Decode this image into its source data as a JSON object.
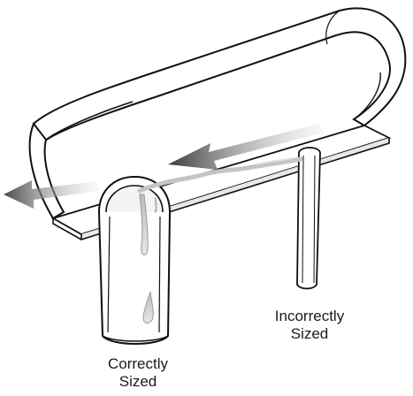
{
  "labels": {
    "correct_line1": "Correctly",
    "correct_line2": "Sized",
    "incorrect_line1": "Incorrectly",
    "incorrect_line2": "Sized"
  },
  "colors": {
    "outline": "#111111",
    "pipe_fill": "#ffffff",
    "arrow_gray": "#555555",
    "water": "#c8c8c8"
  }
}
